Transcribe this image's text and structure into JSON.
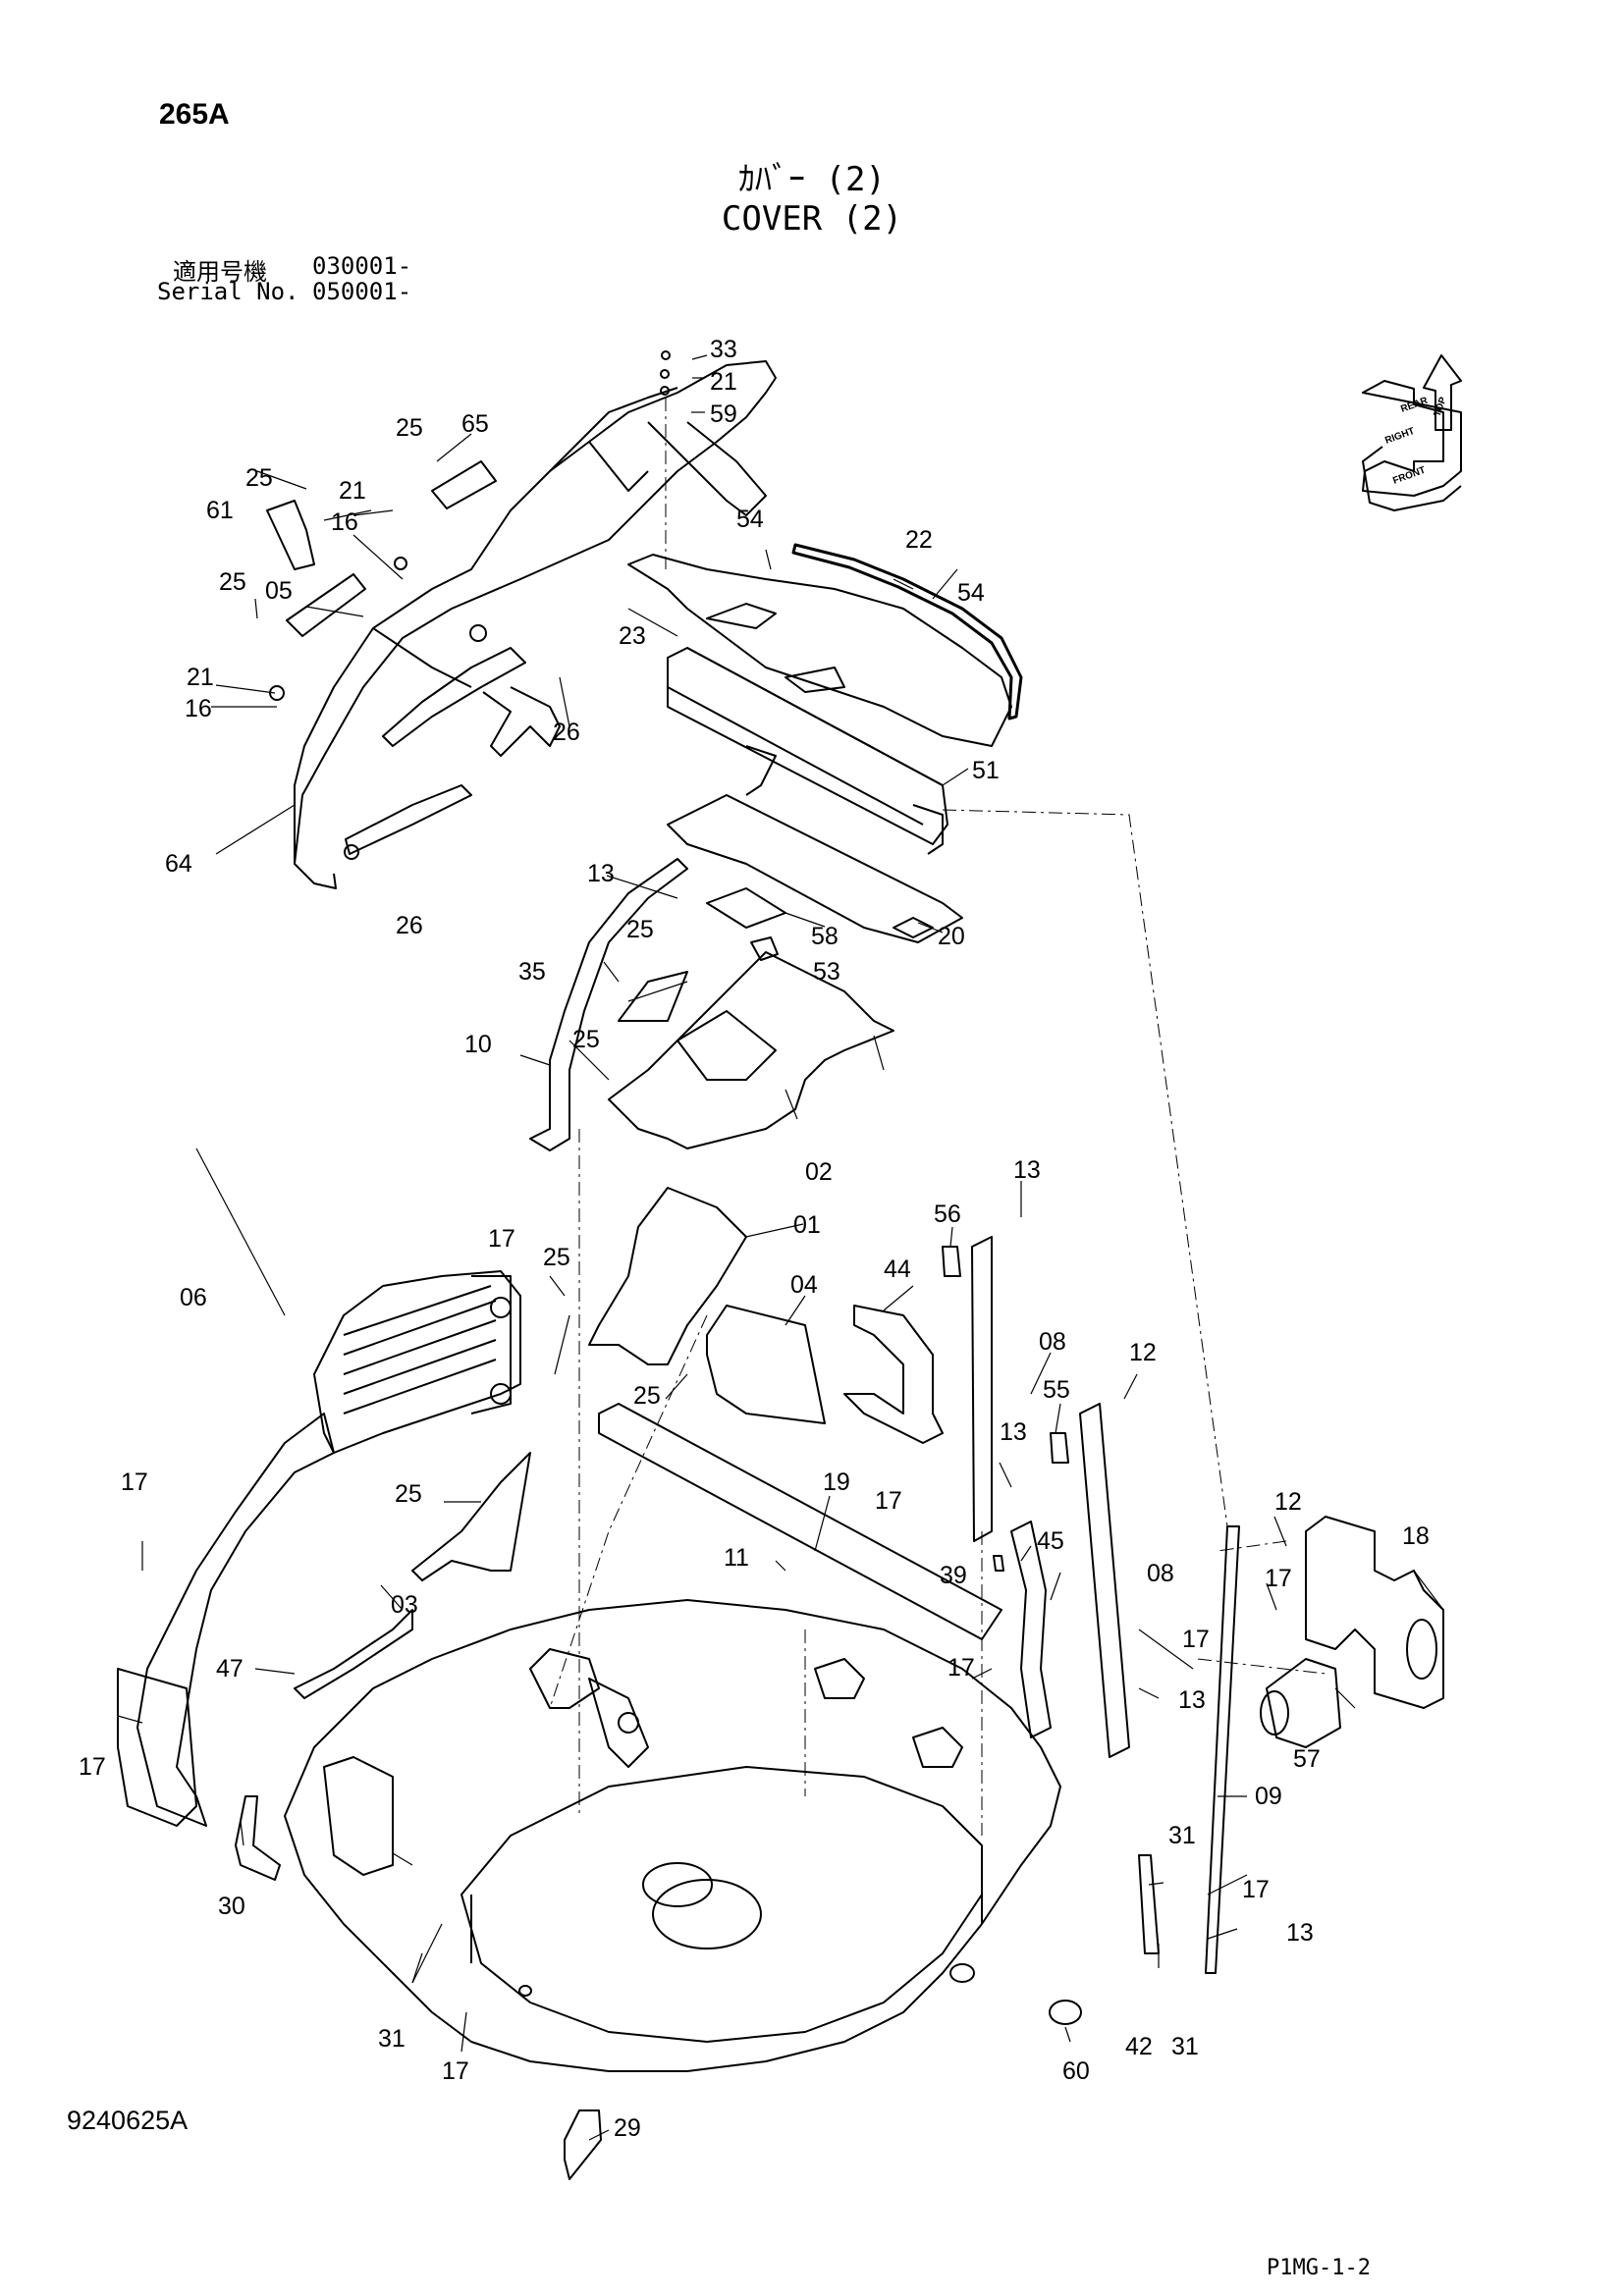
{
  "header": {
    "page_code": "265A",
    "title_jp": "ｶﾊﾞｰ (2)",
    "title_en": "COVER (2)",
    "serial_jp_label": "適用号機",
    "serial_jp_value": "030001-",
    "serial_en_label": "Serial No.",
    "serial_en_value": "050001-"
  },
  "orientation": {
    "top": "TOP",
    "rear": "REAR",
    "right": "RIGHT",
    "front": "FRONT"
  },
  "footer": {
    "doc_number": "9240625A",
    "page_ref": "P1MG-1-2"
  },
  "parts": [
    "33",
    "21",
    "59",
    "65",
    "25",
    "25",
    "61",
    "21",
    "16",
    "54",
    "22",
    "54",
    "25",
    "05",
    "23",
    "21",
    "16",
    "26",
    "64",
    "51",
    "26",
    "13",
    "20",
    "58",
    "53",
    "25",
    "35",
    "10",
    "25",
    "02",
    "13",
    "01",
    "56",
    "17",
    "25",
    "44",
    "06",
    "04",
    "08",
    "12",
    "25",
    "55",
    "13",
    "17",
    "17",
    "25",
    "19",
    "12",
    "18",
    "11",
    "39",
    "45",
    "08",
    "03",
    "17",
    "47",
    "17",
    "17",
    "13",
    "57",
    "17",
    "09",
    "31",
    "30",
    "17",
    "13",
    "31",
    "42",
    "31",
    "17",
    "60",
    "29"
  ]
}
